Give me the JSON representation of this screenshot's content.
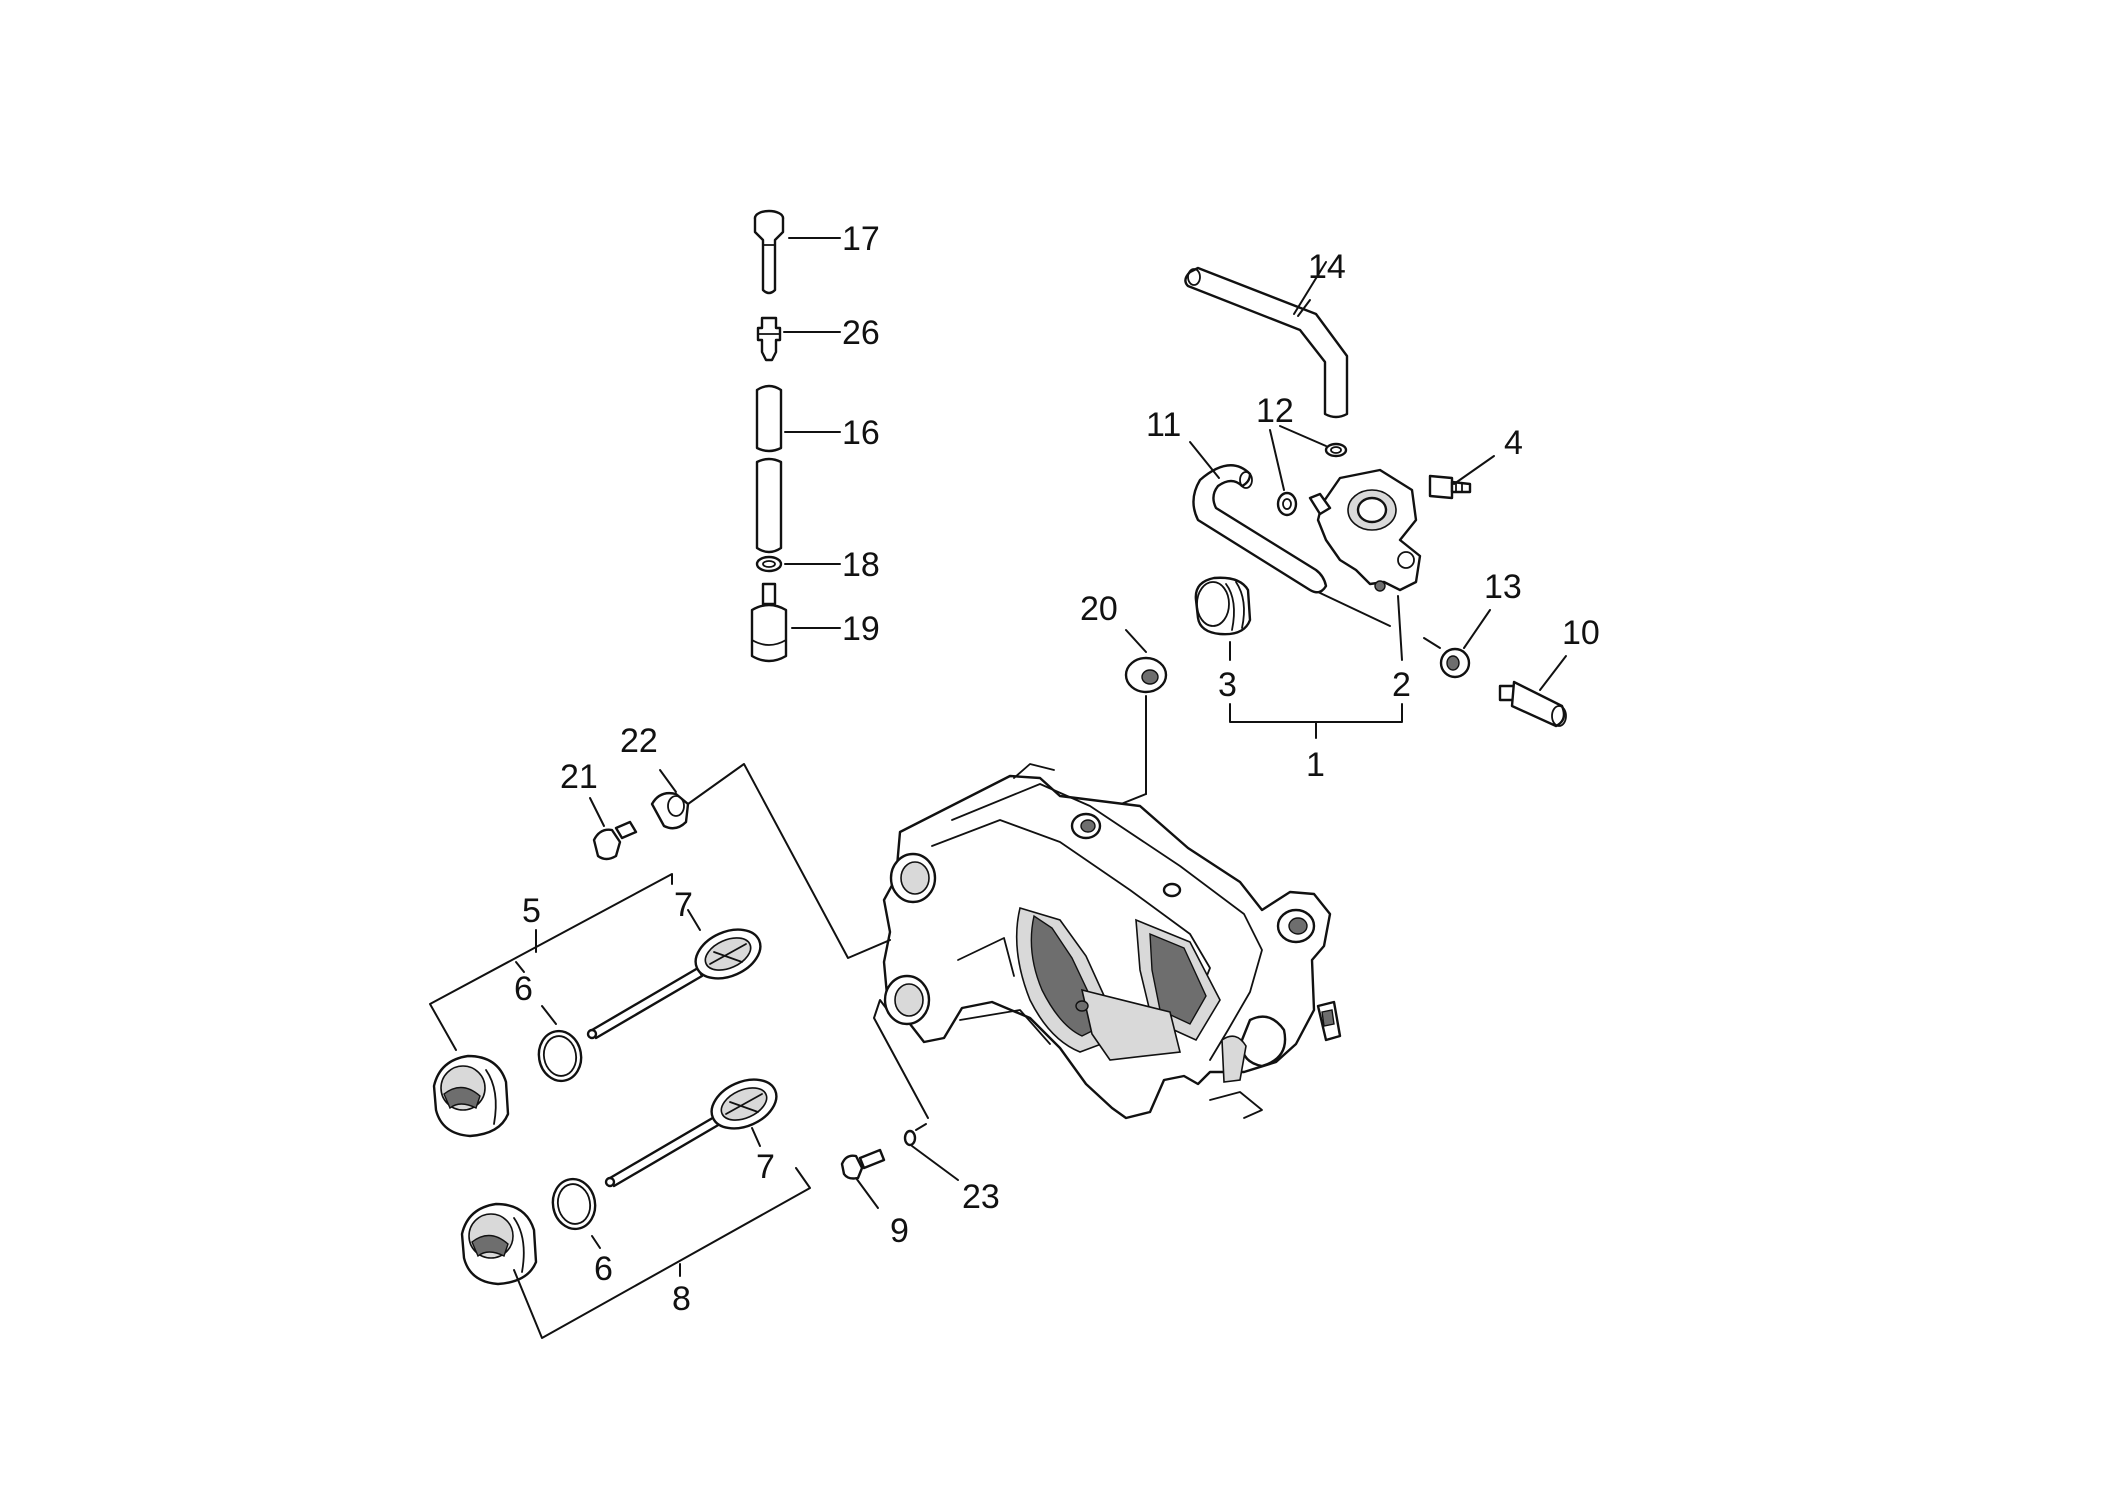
{
  "callouts": [
    {
      "label": "17"
    },
    {
      "label": "26"
    },
    {
      "label": "16"
    },
    {
      "label": "18"
    },
    {
      "label": "19"
    },
    {
      "label": "14"
    },
    {
      "label": "11"
    },
    {
      "label": "12"
    },
    {
      "label": "4"
    },
    {
      "label": "20"
    },
    {
      "label": "13"
    },
    {
      "label": "10"
    },
    {
      "label": "3"
    },
    {
      "label": "2"
    },
    {
      "label": "1"
    },
    {
      "label": "22"
    },
    {
      "label": "21"
    },
    {
      "label": "5"
    },
    {
      "label": "7"
    },
    {
      "label": "6"
    },
    {
      "label": "7"
    },
    {
      "label": "6"
    },
    {
      "label": "8"
    },
    {
      "label": "9"
    },
    {
      "label": "23"
    }
  ]
}
